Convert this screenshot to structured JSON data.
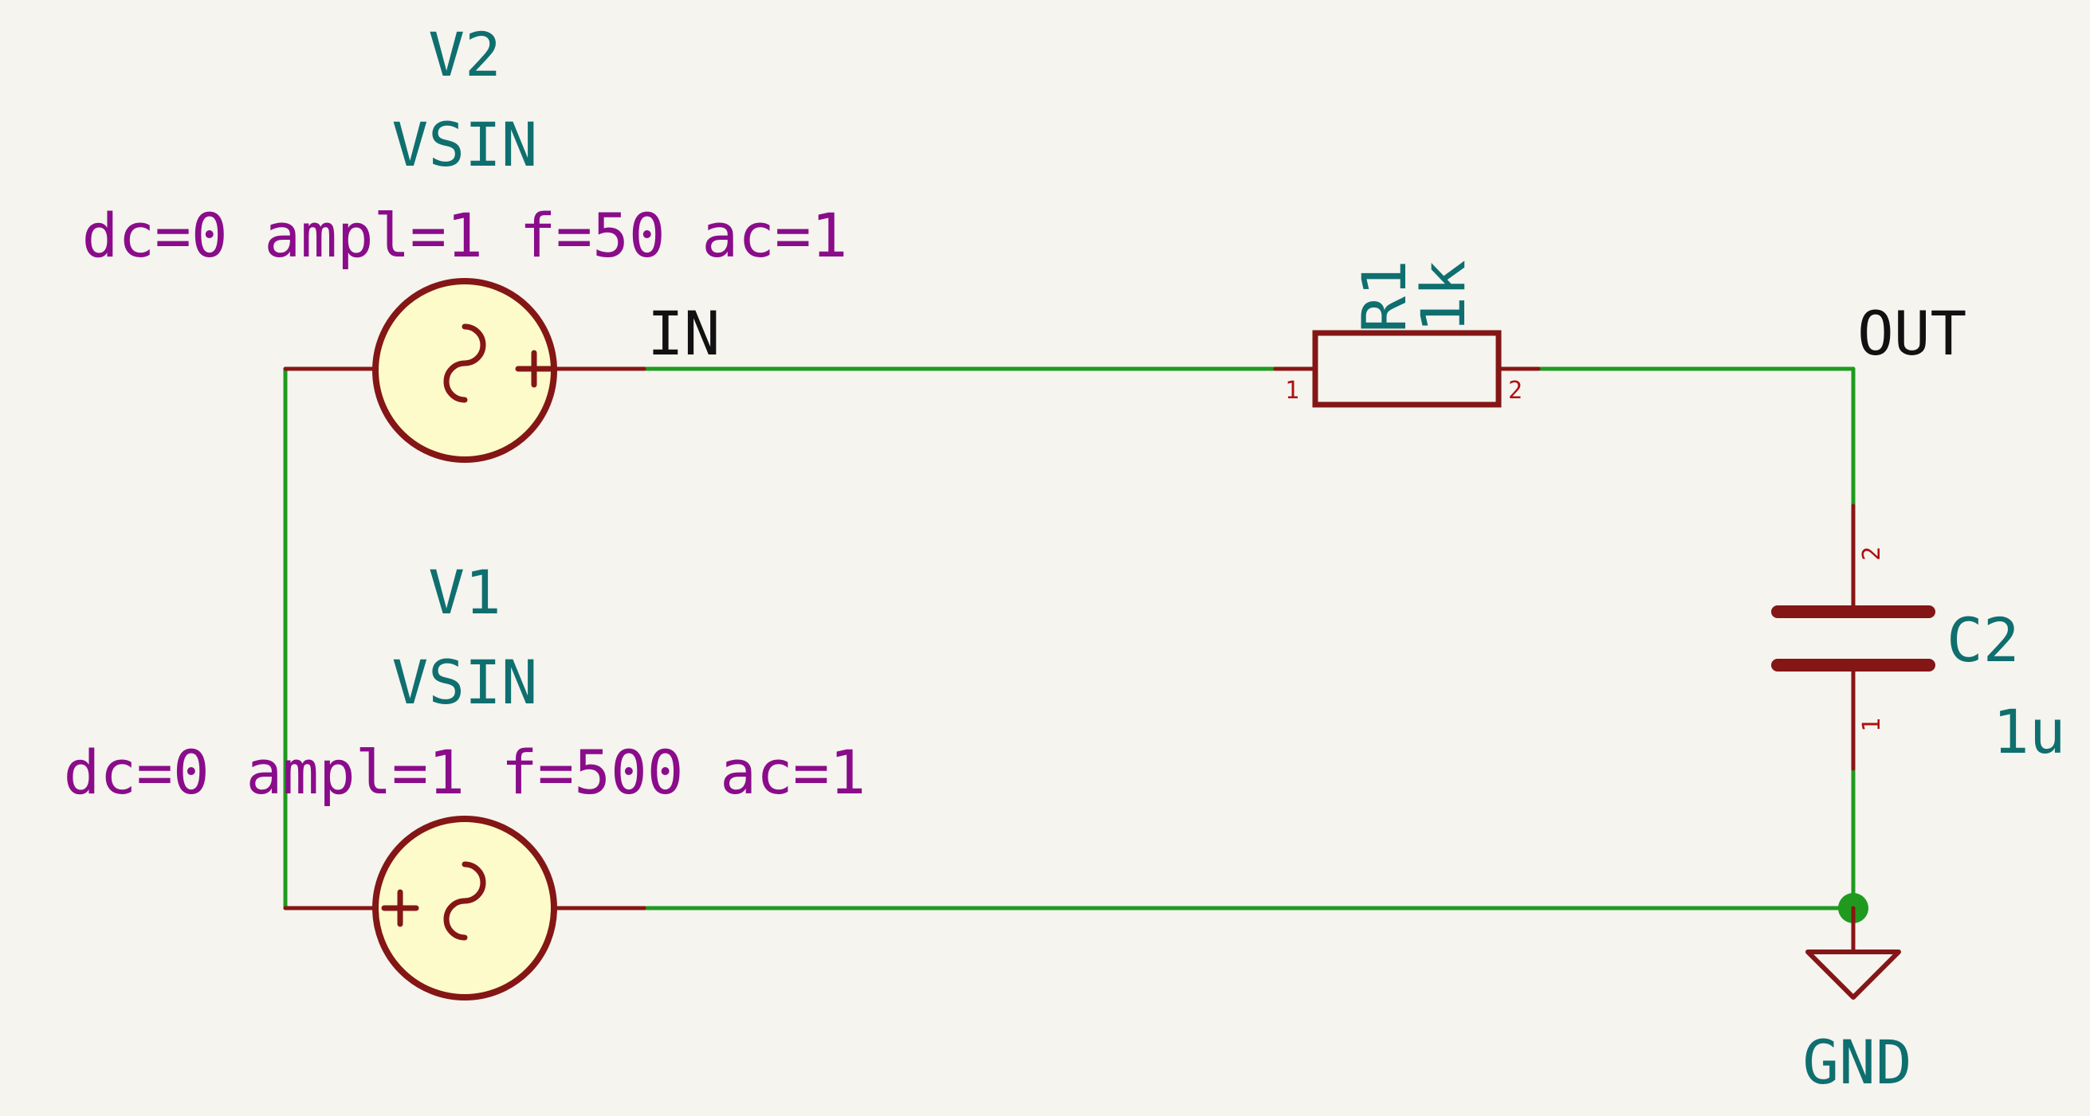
{
  "components": {
    "v2": {
      "ref": "V2",
      "value": "VSIN",
      "params": "dc=0 ampl=1 f=50 ac=1"
    },
    "v1": {
      "ref": "V1",
      "value": "VSIN",
      "params": "dc=0 ampl=1 f=500 ac=1"
    },
    "r1": {
      "ref": "R1",
      "value": "1k",
      "pin1": "1",
      "pin2": "2"
    },
    "c2": {
      "ref": "C2",
      "value": "1u",
      "pin1": "1",
      "pin2": "2"
    },
    "gnd": {
      "label": "GND"
    }
  },
  "nets": {
    "in": "IN",
    "out": "OUT"
  },
  "colors": {
    "wire": "#1f9a1f",
    "symbol": "#841616",
    "source_fill": "#fdfbc9",
    "reference_text": "#0f6f6f",
    "parameter_text": "#8a0c8a",
    "background": "#f5f4ef"
  }
}
